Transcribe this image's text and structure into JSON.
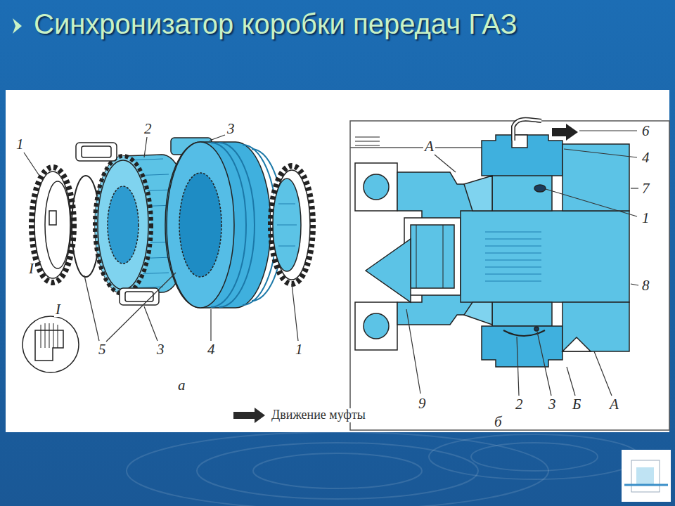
{
  "diagram": {
    "title": "Синхронизатор коробки передач ГАЗ",
    "labels": [
      "1",
      "2",
      "3",
      "I",
      "5",
      "3",
      "4",
      "1",
      "I",
      "а",
      "А",
      "6",
      "4",
      "7",
      "1",
      "8",
      "9",
      "2",
      "3",
      "Б",
      "А",
      "б"
    ],
    "legend": [
      {
        "text": "Движение муфты"
      }
    ]
  }
}
